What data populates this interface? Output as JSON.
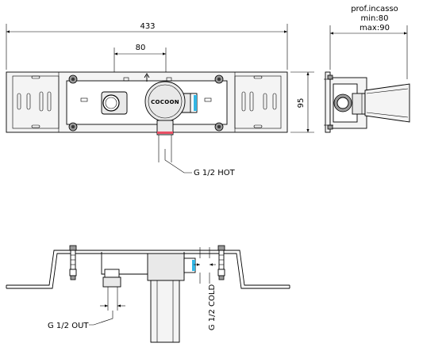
{
  "dimensions": {
    "overall_width": "433",
    "valve_spacing": "80",
    "plate_height": "95"
  },
  "depth_note": {
    "title": "prof.incasso",
    "min": "min:80",
    "max": "max:90"
  },
  "body_logo": "COCOON",
  "connections": {
    "hot": "G 1/2 HOT",
    "cold": "G 1/2 COLD",
    "out": "G 1/2 OUT"
  },
  "colors": {
    "hot_marker": "#e94f64",
    "cold_marker": "#33b6e4"
  }
}
